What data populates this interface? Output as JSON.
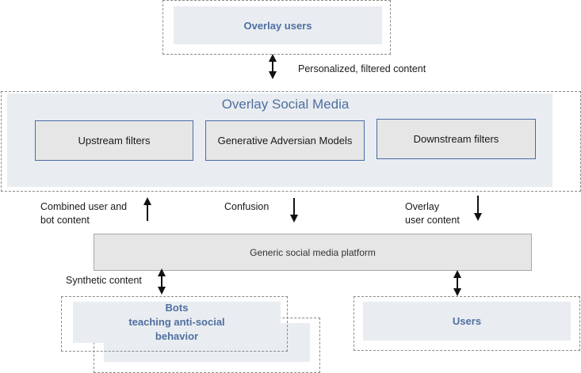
{
  "overlay_users": {
    "label": "Overlay users"
  },
  "arrow_labels": {
    "personalized": "Personalized, filtered content",
    "combined_line1": "Combined user and",
    "combined_line2": "bot content",
    "confusion": "Confusion",
    "overlay_line1": "Overlay",
    "overlay_line2": "user content",
    "synthetic": "Synthetic content"
  },
  "overlay_social_media": {
    "title": "Overlay Social Media",
    "upstream": "Upstream filters",
    "generative": "Generative Adversian Models",
    "downstream": "Downstream filters"
  },
  "platform": {
    "label": "Generic social media platform"
  },
  "bots": {
    "line1": "Bots",
    "line2": "teaching anti-social",
    "line3": "behavior"
  },
  "users": {
    "label": "Users"
  },
  "colors": {
    "accent": "#4f6f9f",
    "box_fill": "#e9edf1",
    "gray_fill": "#e6e6e6",
    "inner_border": "#4a6aa8"
  }
}
